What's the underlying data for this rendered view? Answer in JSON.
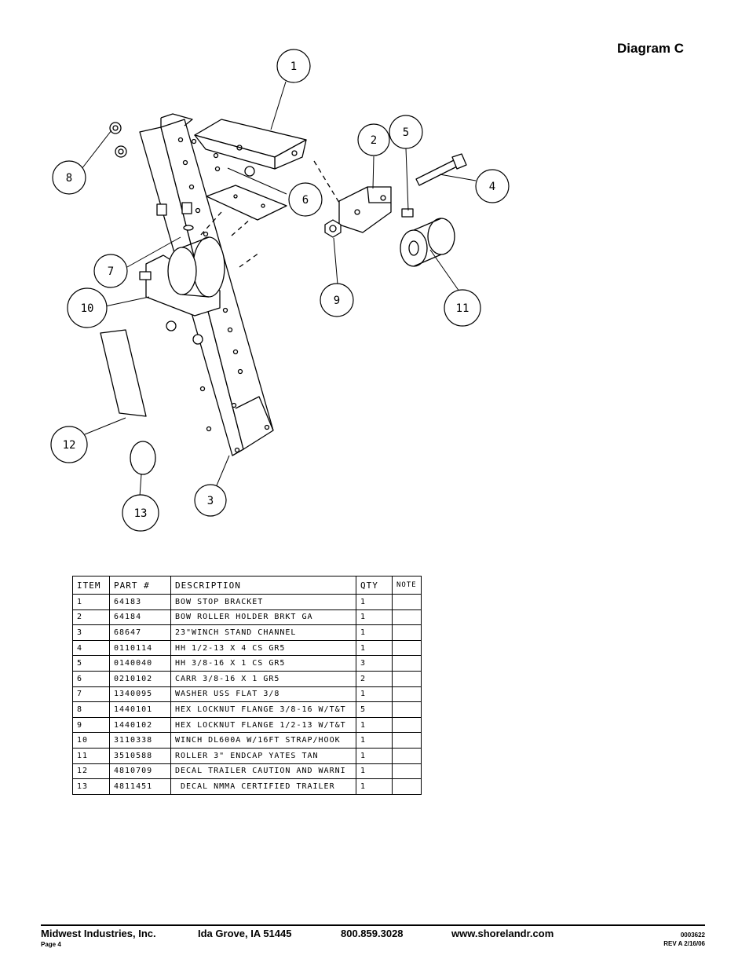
{
  "title": "Diagram C",
  "callouts": [
    "1",
    "2",
    "3",
    "4",
    "5",
    "6",
    "7",
    "8",
    "9",
    "10",
    "11",
    "12",
    "13"
  ],
  "table": {
    "headers": [
      "ITEM",
      "PART #",
      "DESCRIPTION",
      "QTY",
      "NOTE"
    ],
    "rows": [
      {
        "item": "1",
        "part": "64183",
        "desc": "BOW STOP BRACKET",
        "qty": "1",
        "note": ""
      },
      {
        "item": "2",
        "part": "64184",
        "desc": "BOW ROLLER HOLDER BRKT GA",
        "qty": "1",
        "note": ""
      },
      {
        "item": "3",
        "part": "68647",
        "desc": "23\"WINCH STAND CHANNEL",
        "qty": "1",
        "note": ""
      },
      {
        "item": "4",
        "part": "0110114",
        "desc": "HH 1/2-13 X 4 CS GR5",
        "qty": "1",
        "note": ""
      },
      {
        "item": "5",
        "part": "0140040",
        "desc": "HH 3/8-16 X 1 CS GR5",
        "qty": "3",
        "note": ""
      },
      {
        "item": "6",
        "part": "0210102",
        "desc": "CARR 3/8-16 X 1 GR5",
        "qty": "2",
        "note": ""
      },
      {
        "item": "7",
        "part": "1340095",
        "desc": "WASHER USS FLAT 3/8",
        "qty": "1",
        "note": ""
      },
      {
        "item": "8",
        "part": "1440101",
        "desc": "HEX LOCKNUT FLANGE 3/8-16 W/T&T",
        "qty": "5",
        "note": ""
      },
      {
        "item": "9",
        "part": "1440102",
        "desc": "HEX LOCKNUT FLANGE 1/2-13 W/T&T",
        "qty": "1",
        "note": ""
      },
      {
        "item": "10",
        "part": "3110338",
        "desc": "WINCH DL600A W/16FT STRAP/HOOK",
        "qty": "1",
        "note": ""
      },
      {
        "item": "11",
        "part": "3510588",
        "desc": "ROLLER 3\" ENDCAP YATES TAN",
        "qty": "1",
        "note": ""
      },
      {
        "item": "12",
        "part": "4810709",
        "desc": "DECAL TRAILER CAUTION AND WARNI",
        "qty": "1",
        "note": ""
      },
      {
        "item": "13",
        "part": "4811451",
        "desc": " DECAL NMMA CERTIFIED TRAILER",
        "qty": "1",
        "note": ""
      }
    ]
  },
  "footer": {
    "company": "Midwest Industries, Inc.",
    "city": "Ida Grove, IA  51445",
    "phone": "800.859.3028",
    "website": "www.shorelandr.com",
    "page": "Page 4",
    "doc_number": "0003622",
    "revision": "REV  A  2/16/06"
  }
}
